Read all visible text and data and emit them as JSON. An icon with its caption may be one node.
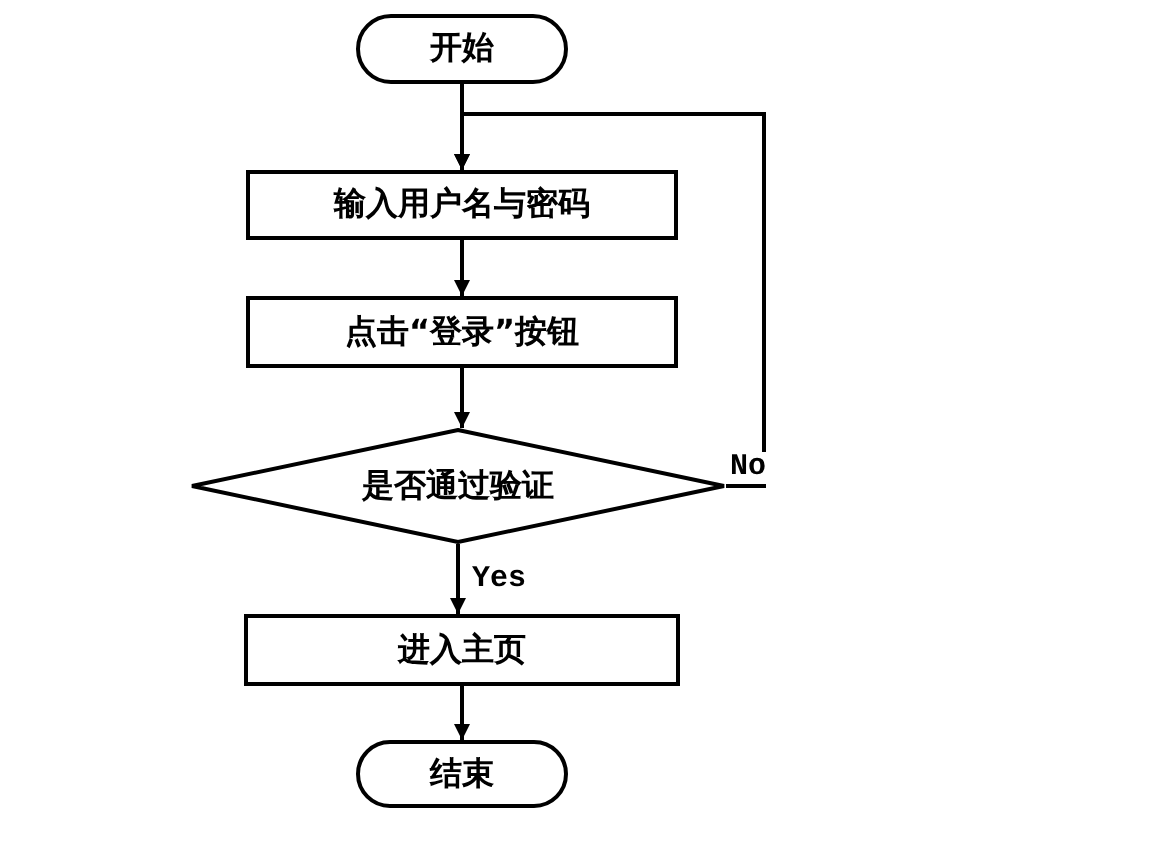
{
  "diagram": {
    "nodes": [
      {
        "text": [
          "开始"
        ]
      },
      {
        "text": [
          "输入用户名与密码"
        ]
      },
      {
        "text": [
          "点击“登录”按钮"
        ]
      },
      {
        "text": [
          "是否通过验证"
        ]
      },
      {
        "text": [
          "进入主页"
        ]
      },
      {
        "text": [
          "结束"
        ]
      }
    ],
    "edges": [
      {
        "from": 0,
        "to": 1,
        "arrow": "to"
      },
      {
        "from": 1,
        "to": 2,
        "arrow": "to"
      },
      {
        "from": 2,
        "to": 3,
        "arrow": "to"
      },
      {
        "from": 3,
        "to": 1,
        "arrow": "to",
        "label": "No"
      },
      {
        "from": 3,
        "to": 4,
        "arrow": "to",
        "label": "Yes"
      },
      {
        "from": 4,
        "to": 5,
        "arrow": "to"
      }
    ]
  }
}
